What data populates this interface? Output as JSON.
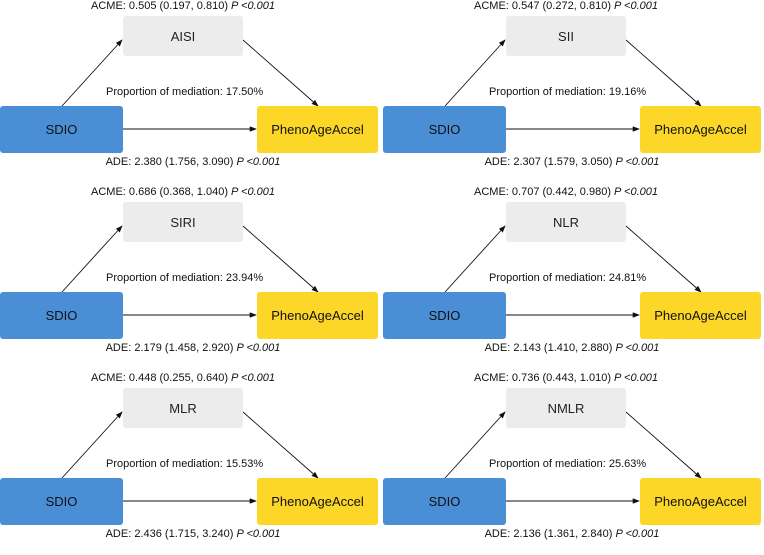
{
  "panels": [
    {
      "exposure": "SDIO",
      "mediator": "AISI",
      "outcome": "PhenoAgeAccel",
      "acme": "ACME: 0.505 (0.197, 0.810) ",
      "acme_p": "P <0.001",
      "proportion": "Proportion of mediation: 17.50%",
      "ade": "ADE: 2.380 (1.756, 3.090) ",
      "ade_p": "P <0.001"
    },
    {
      "exposure": "SDIO",
      "mediator": "SII",
      "outcome": "PhenoAgeAccel",
      "acme": "ACME: 0.547 (0.272, 0.810) ",
      "acme_p": "P <0.001",
      "proportion": "Proportion of mediation: 19.16%",
      "ade": "ADE: 2.307 (1.579, 3.050) ",
      "ade_p": "P <0.001"
    },
    {
      "exposure": "SDIO",
      "mediator": "SIRI",
      "outcome": "PhenoAgeAccel",
      "acme": "ACME: 0.686 (0.368, 1.040) ",
      "acme_p": "P <0.001",
      "proportion": "Proportion of mediation: 23.94%",
      "ade": "ADE: 2.179 (1.458, 2.920) ",
      "ade_p": "P <0.001"
    },
    {
      "exposure": "SDIO",
      "mediator": "NLR",
      "outcome": "PhenoAgeAccel",
      "acme": "ACME: 0.707 (0.442, 0.980) ",
      "acme_p": "P <0.001",
      "proportion": "Proportion of mediation: 24.81%",
      "ade": "ADE: 2.143 (1.410,  2.880) ",
      "ade_p": "P <0.001"
    },
    {
      "exposure": "SDIO",
      "mediator": "MLR",
      "outcome": "PhenoAgeAccel",
      "acme": "ACME: 0.448 (0.255, 0.640) ",
      "acme_p": "P <0.001",
      "proportion": "Proportion of mediation: 15.53%",
      "ade": "ADE: 2.436 (1.715, 3.240) ",
      "ade_p": "P <0.001"
    },
    {
      "exposure": "SDIO",
      "mediator": "NMLR",
      "outcome": "PhenoAgeAccel",
      "acme": "ACME: 0.736 (0.443, 1.010) ",
      "acme_p": "P <0.001",
      "proportion": "Proportion of mediation: 25.63%",
      "ade": "ADE: 2.136 (1.361, 2.840) ",
      "ade_p": "P <0.001"
    }
  ]
}
